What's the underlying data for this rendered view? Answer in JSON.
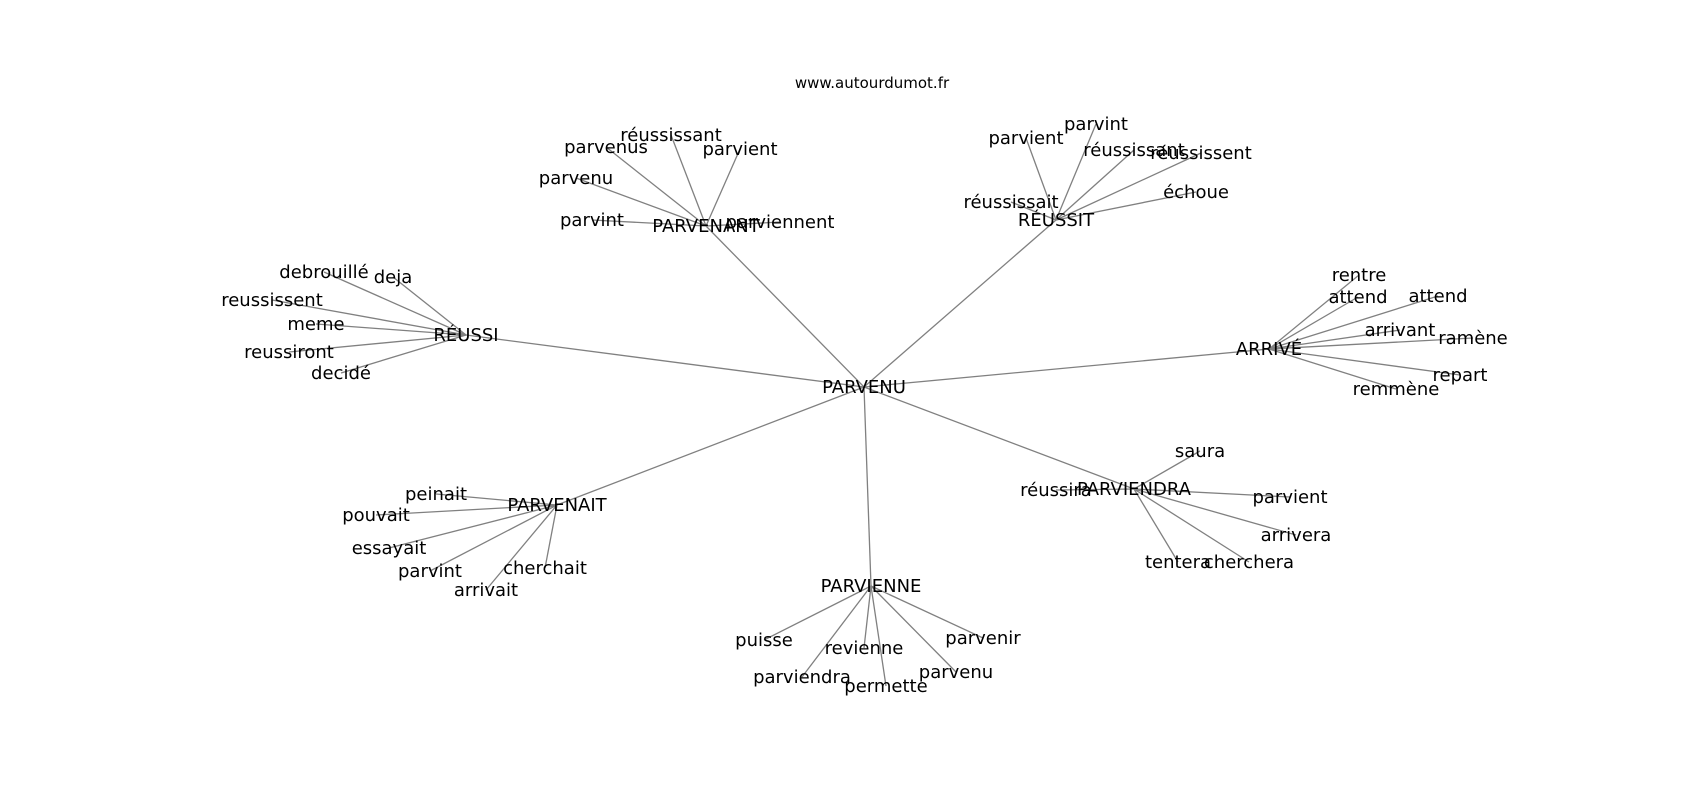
{
  "title": "www.autourdumot.fr",
  "center": "PARVENU",
  "clusters": [
    {
      "label": "PARVENANT",
      "leaves": [
        "réussissant",
        "parvenus",
        "parvient",
        "parvenu",
        "parvint",
        "parviennent"
      ]
    },
    {
      "label": "RÉUSSIT",
      "leaves": [
        "parvint",
        "parvient",
        "réussissant",
        "réussissent",
        "échoue",
        "réussissait"
      ]
    },
    {
      "label": "RÉUSSI",
      "leaves": [
        "debrouillé",
        "deja",
        "reussissent",
        "meme",
        "reussiront",
        "decidé"
      ]
    },
    {
      "label": "ARRIVÉ",
      "leaves": [
        "rentre",
        "attend",
        "attend",
        "arrivant",
        "ramène",
        "repart",
        "remmène"
      ]
    },
    {
      "label": "PARVENAIT",
      "leaves": [
        "peinait",
        "pouvait",
        "essayait",
        "parvint",
        "arrivait",
        "cherchait"
      ]
    },
    {
      "label": "PARVIENDRA",
      "leaves": [
        "saura",
        "réussira",
        "parvient",
        "arrivera",
        "cherchera",
        "tentera"
      ]
    },
    {
      "label": "PARVIENNE",
      "leaves": [
        "puisse",
        "revienne",
        "parviendra",
        "permette",
        "parvenu",
        "parvenir"
      ]
    }
  ]
}
